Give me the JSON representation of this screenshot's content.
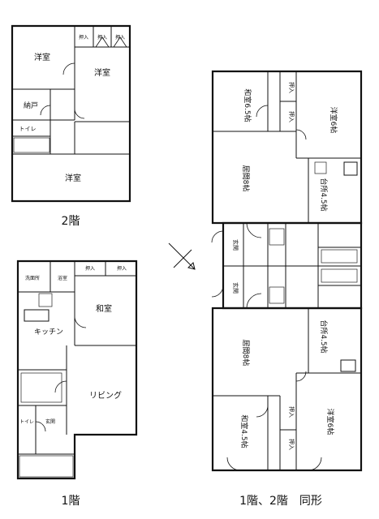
{
  "captions": {
    "floor2": "2階",
    "floor1": "1階",
    "plan_right": "1階、2階　同形"
  },
  "floor2_plan": {
    "youshitsu_nw": "洋室",
    "youshitsu_ne": "洋室",
    "nando": "納戸",
    "toilet": "トイレ",
    "youshitsu_s": "洋室",
    "closet_1": "押入",
    "closet_2": "押入",
    "closet_3": "押入"
  },
  "floor1_plan": {
    "sennmenjo": "洗面所",
    "bath": "浴室",
    "washitsu": "和室",
    "kitchen": "キッチン",
    "living": "リビング",
    "genkan": "玄関",
    "toilet": "トイレ",
    "closet": "押入",
    "kanmon": "押入"
  },
  "unit_plan": {
    "washitsu_top_a": "和室6.5帖",
    "youshitsu_top_b": "洋室6帖",
    "ldk_top_a": "居間8帖",
    "dk_top_b": "台所4.5帖",
    "oshiire_1": "押入",
    "oshiire_2": "押入",
    "genkan_1": "玄関",
    "genkan_2": "玄関",
    "ldk_bottom_a": "居間8帖",
    "dk_bottom_b": "台所4.5帖",
    "washitsu_bottom_a": "和室4.5帖",
    "youshitsu_bottom_b": "洋室6帖",
    "oshiire_3": "押入",
    "oshiire_4": "押入"
  }
}
